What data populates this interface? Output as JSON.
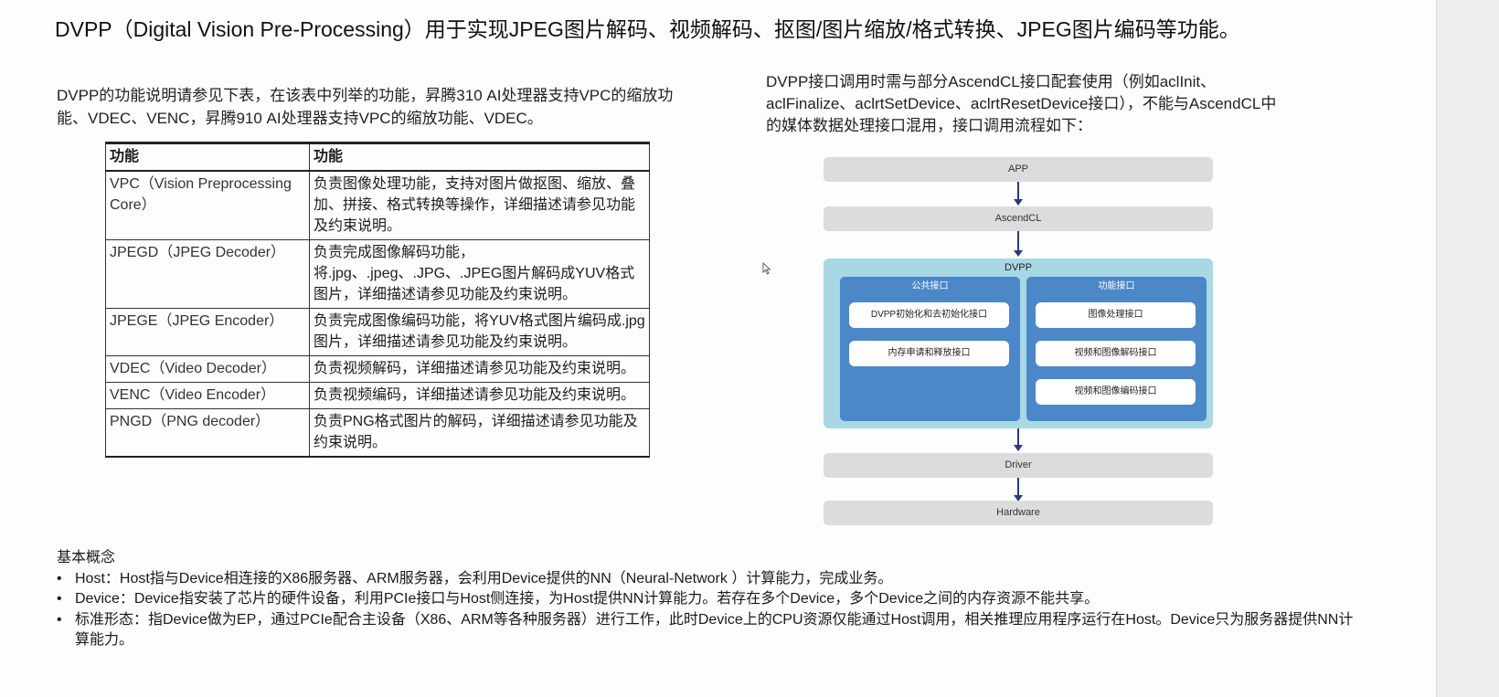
{
  "title": "DVPP（Digital Vision Pre-Processing）用于实现JPEG图片解码、视频解码、抠图/图片缩放/格式转换、JPEG图片编码等功能。",
  "intro_left": "DVPP的功能说明请参见下表，在该表中列举的功能，昇腾310 AI处理器支持VPC的缩放功能、VDEC、VENC，昇腾910 AI处理器支持VPC的缩放功能、VDEC。",
  "intro_right": "DVPP接口调用时需与部分AscendCL接口配套使用（例如aclInit、aclFinalize、aclrtSetDevice、aclrtResetDevice接口），不能与AscendCL中的媒体数据处理接口混用，接口调用流程如下：",
  "table": {
    "headers": [
      "功能",
      "功能"
    ],
    "rows": [
      {
        "name": "VPC（Vision Preprocessing Core）",
        "desc": "负责图像处理功能，支持对图片做抠图、缩放、叠加、拼接、格式转换等操作，详细描述请参见功能及约束说明。"
      },
      {
        "name": "JPEGD（JPEG Decoder）",
        "desc": "负责完成图像解码功能，将.jpg、.jpeg、.JPG、.JPEG图片解码成YUV格式图片，详细描述请参见功能及约束说明。"
      },
      {
        "name": "JPEGE（JPEG Encoder）",
        "desc": "负责完成图像编码功能，将YUV格式图片编码成.jpg图片，详细描述请参见功能及约束说明。"
      },
      {
        "name": "VDEC（Video Decoder）",
        "desc": "负责视频解码，详细描述请参见功能及约束说明。"
      },
      {
        "name": "VENC（Video Encoder）",
        "desc": "负责视频编码，详细描述请参见功能及约束说明。"
      },
      {
        "name": "PNGD（PNG decoder）",
        "desc": "负责PNG格式图片的解码，详细描述请参见功能及约束说明。"
      }
    ]
  },
  "diagram": {
    "app": "APP",
    "ascendcl": "AscendCL",
    "dvpp": "DVPP",
    "public_group": {
      "title": "公共接口",
      "items": [
        "DVPP初始化和去初始化接口",
        "内存申请和释放接口"
      ]
    },
    "function_group": {
      "title": "功能接口",
      "items": [
        "图像处理接口",
        "视频和图像解码接口",
        "视频和图像编码接口"
      ]
    },
    "driver": "Driver",
    "hardware": "Hardware",
    "colors": {
      "layer": "#dcdcdc",
      "dvpp_bg": "#a8d8e4",
      "group_bg": "#4c87c8",
      "arrow": "#2c3a7a"
    }
  },
  "concepts": {
    "heading": "基本概念",
    "items": [
      "Host：Host指与Device相连接的X86服务器、ARM服务器，会利用Device提供的NN（Neural-Network ）计算能力，完成业务。",
      "Device：Device指安装了芯片的硬件设备，利用PCIe接口与Host侧连接，为Host提供NN计算能力。若存在多个Device，多个Device之间的内存资源不能共享。",
      "标准形态：指Device做为EP，通过PCIe配合主设备（X86、ARM等各种服务器）进行工作，此时Device上的CPU资源仅能通过Host调用，相关推理应用程序运行在Host。Device只为服务器提供NN计算能力。"
    ],
    "bullet": "•"
  }
}
